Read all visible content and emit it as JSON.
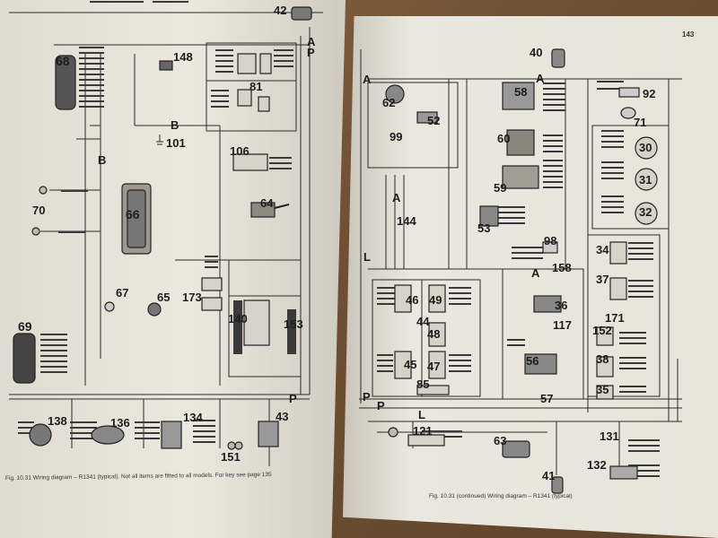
{
  "left_page": {
    "caption": "Fig. 10.31 Wiring diagram – R1341 (typical). Not all items are fitted to all models. For key see page 135",
    "component_labels": [
      "68",
      "148",
      "81",
      "101",
      "106",
      "66",
      "70",
      "64",
      "67",
      "65",
      "173",
      "140",
      "153",
      "69",
      "138",
      "136",
      "134",
      "43",
      "151",
      "42"
    ],
    "bus_labels": [
      "B",
      "B",
      "A",
      "P",
      "P"
    ]
  },
  "right_page": {
    "page_number": "143",
    "caption": "Fig. 10.31 (continued) Wiring diagram – R1341 (typical)",
    "component_labels": [
      "40",
      "58",
      "92",
      "62",
      "52",
      "71",
      "99",
      "60",
      "30",
      "59",
      "31",
      "144",
      "53",
      "32",
      "98",
      "34",
      "158",
      "46",
      "49",
      "36",
      "37",
      "44",
      "171",
      "117",
      "48",
      "152",
      "56",
      "45",
      "47",
      "38",
      "85",
      "57",
      "35",
      "121",
      "63",
      "131",
      "132",
      "41"
    ],
    "bus_labels": [
      "A",
      "A",
      "A",
      "A",
      "L",
      "P",
      "P",
      "L"
    ]
  },
  "colors": {
    "paper": "#e9e6dc",
    "ink": "#1d1d1d",
    "table": "#7a5a3a"
  }
}
